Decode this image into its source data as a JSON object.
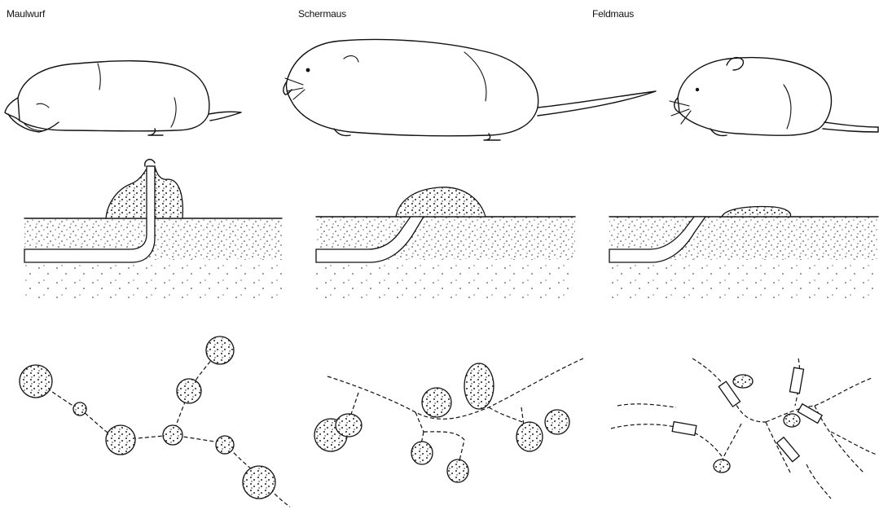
{
  "columns": [
    {
      "id": "maulwurf",
      "label": "Maulwurf"
    },
    {
      "id": "schermaus",
      "label": "Schermaus"
    },
    {
      "id": "feldmaus",
      "label": "Feldmaus"
    }
  ]
}
